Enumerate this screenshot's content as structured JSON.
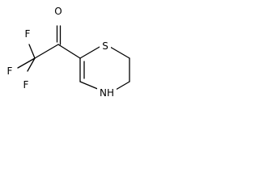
{
  "molecule": {
    "atom_labels": {
      "oxygen": "O",
      "sulfur": "S",
      "fluorine_top": "F",
      "fluorine_left": "F",
      "fluorine_bottom": "F",
      "amine": "NH"
    },
    "bond_orders": {
      "carbonyl": 2,
      "ring_alkene": 2
    }
  }
}
